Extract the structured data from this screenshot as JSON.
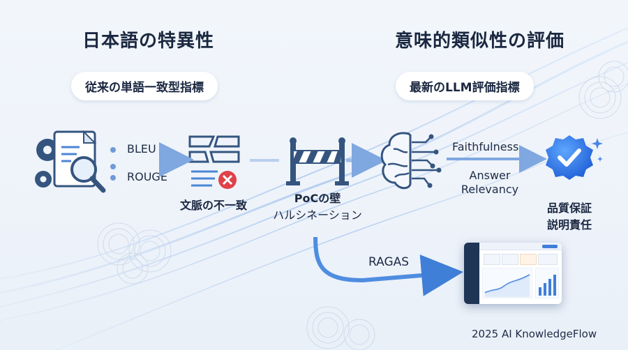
{
  "left_section": {
    "title": "日本語の特異性",
    "subtitle": "従来の単語一致型指標"
  },
  "right_section": {
    "title": "意味的類似性の評価",
    "subtitle": "最新のLLM評価指標"
  },
  "legacy_metrics": [
    "BLEU",
    "ROUGE"
  ],
  "mismatch_label": "文脈の不一致",
  "barrier_label": {
    "line1": "PoCの壁",
    "line2": "ハルシネーション"
  },
  "llm_metrics": {
    "faithfulness": "Faithfulness",
    "answer_relevancy_1": "Answer",
    "answer_relevancy_2": "Relevancy"
  },
  "outcome_label": {
    "line1": "品質保証",
    "line2": "説明責任"
  },
  "path_label": "RAGAS",
  "footer": "2025 AI KnowledgeFlow",
  "colors": {
    "accent": "#2f6fe0",
    "arrow": "#7fa7e0",
    "error": "#e0424a",
    "navy": "#1f3556"
  }
}
